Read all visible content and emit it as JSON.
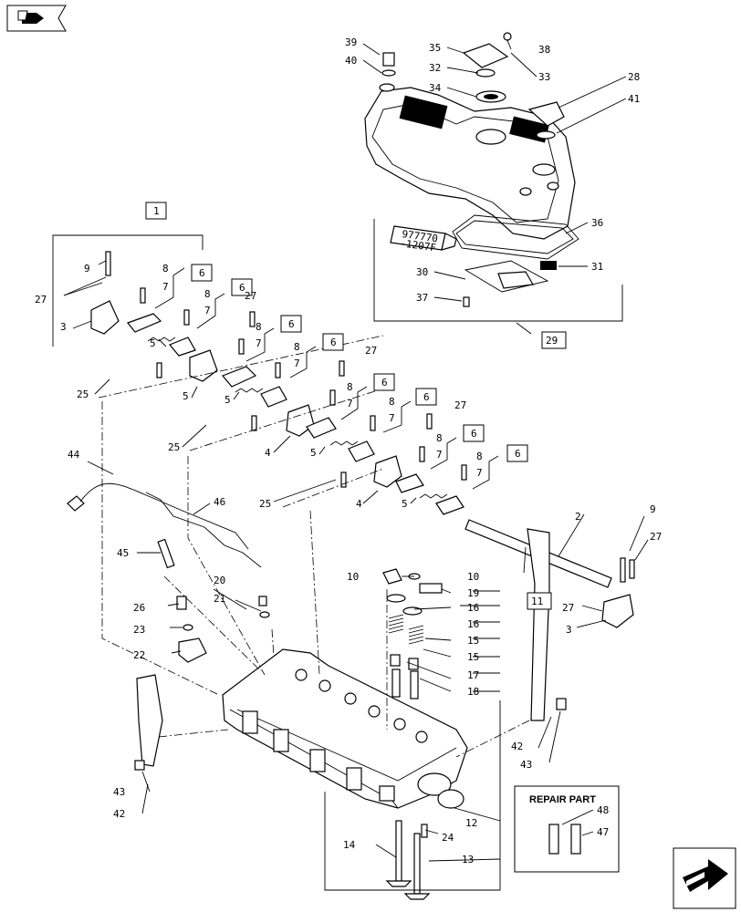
{
  "nav": {
    "back_icon": "back-arrow-icon",
    "forward_icon": "forward-arrow-icon"
  },
  "callouts": {
    "c1": "1",
    "c2": "2",
    "c3a": "3",
    "c3b": "3",
    "c4a": "4",
    "c4b": "4",
    "c5a": "5",
    "c5b": "5",
    "c5c": "5",
    "c5d": "5",
    "c5e": "5",
    "c6a": "6",
    "c6b": "6",
    "c6c": "6",
    "c6d": "6",
    "c6e": "6",
    "c6f": "6",
    "c6g": "6",
    "c6h": "6",
    "c7a": "7",
    "c7b": "7",
    "c7c": "7",
    "c7d": "7",
    "c7e": "7",
    "c7f": "7",
    "c7g": "7",
    "c7h": "7",
    "c8a": "8",
    "c8b": "8",
    "c8c": "8",
    "c8d": "8",
    "c8e": "8",
    "c8f": "8",
    "c8g": "8",
    "c8h": "8",
    "c9a": "9",
    "c9b": "9",
    "c10a": "10",
    "c10b": "10",
    "c11": "11",
    "c12": "12",
    "c13": "13",
    "c14": "14",
    "c15a": "15",
    "c15b": "15",
    "c16a": "16",
    "c16b": "16",
    "c17": "17",
    "c18": "18",
    "c19": "19",
    "c20": "20",
    "c21": "21",
    "c22": "22",
    "c23": "23",
    "c24": "24",
    "c25a": "25",
    "c25b": "25",
    "c25c": "25",
    "c26": "26",
    "c27a": "27",
    "c27b": "27",
    "c27c": "27",
    "c27d": "27",
    "c27e": "27",
    "c27f": "27",
    "c28": "28",
    "c29": "29",
    "c30": "30",
    "c31": "31",
    "c32": "32",
    "c33": "33",
    "c34": "34",
    "c35": "35",
    "c36": "36",
    "c37": "37",
    "c38": "38",
    "c39": "39",
    "c40": "40",
    "c41": "41",
    "c42a": "42",
    "c42b": "42",
    "c43a": "43",
    "c43b": "43",
    "c44": "44",
    "c45": "45",
    "c46": "46",
    "c47": "47",
    "c48": "48"
  },
  "repair_part": {
    "title": "REPAIR PART"
  },
  "sealant_tube": {
    "line1": "977770",
    "line2": "-1207F"
  }
}
